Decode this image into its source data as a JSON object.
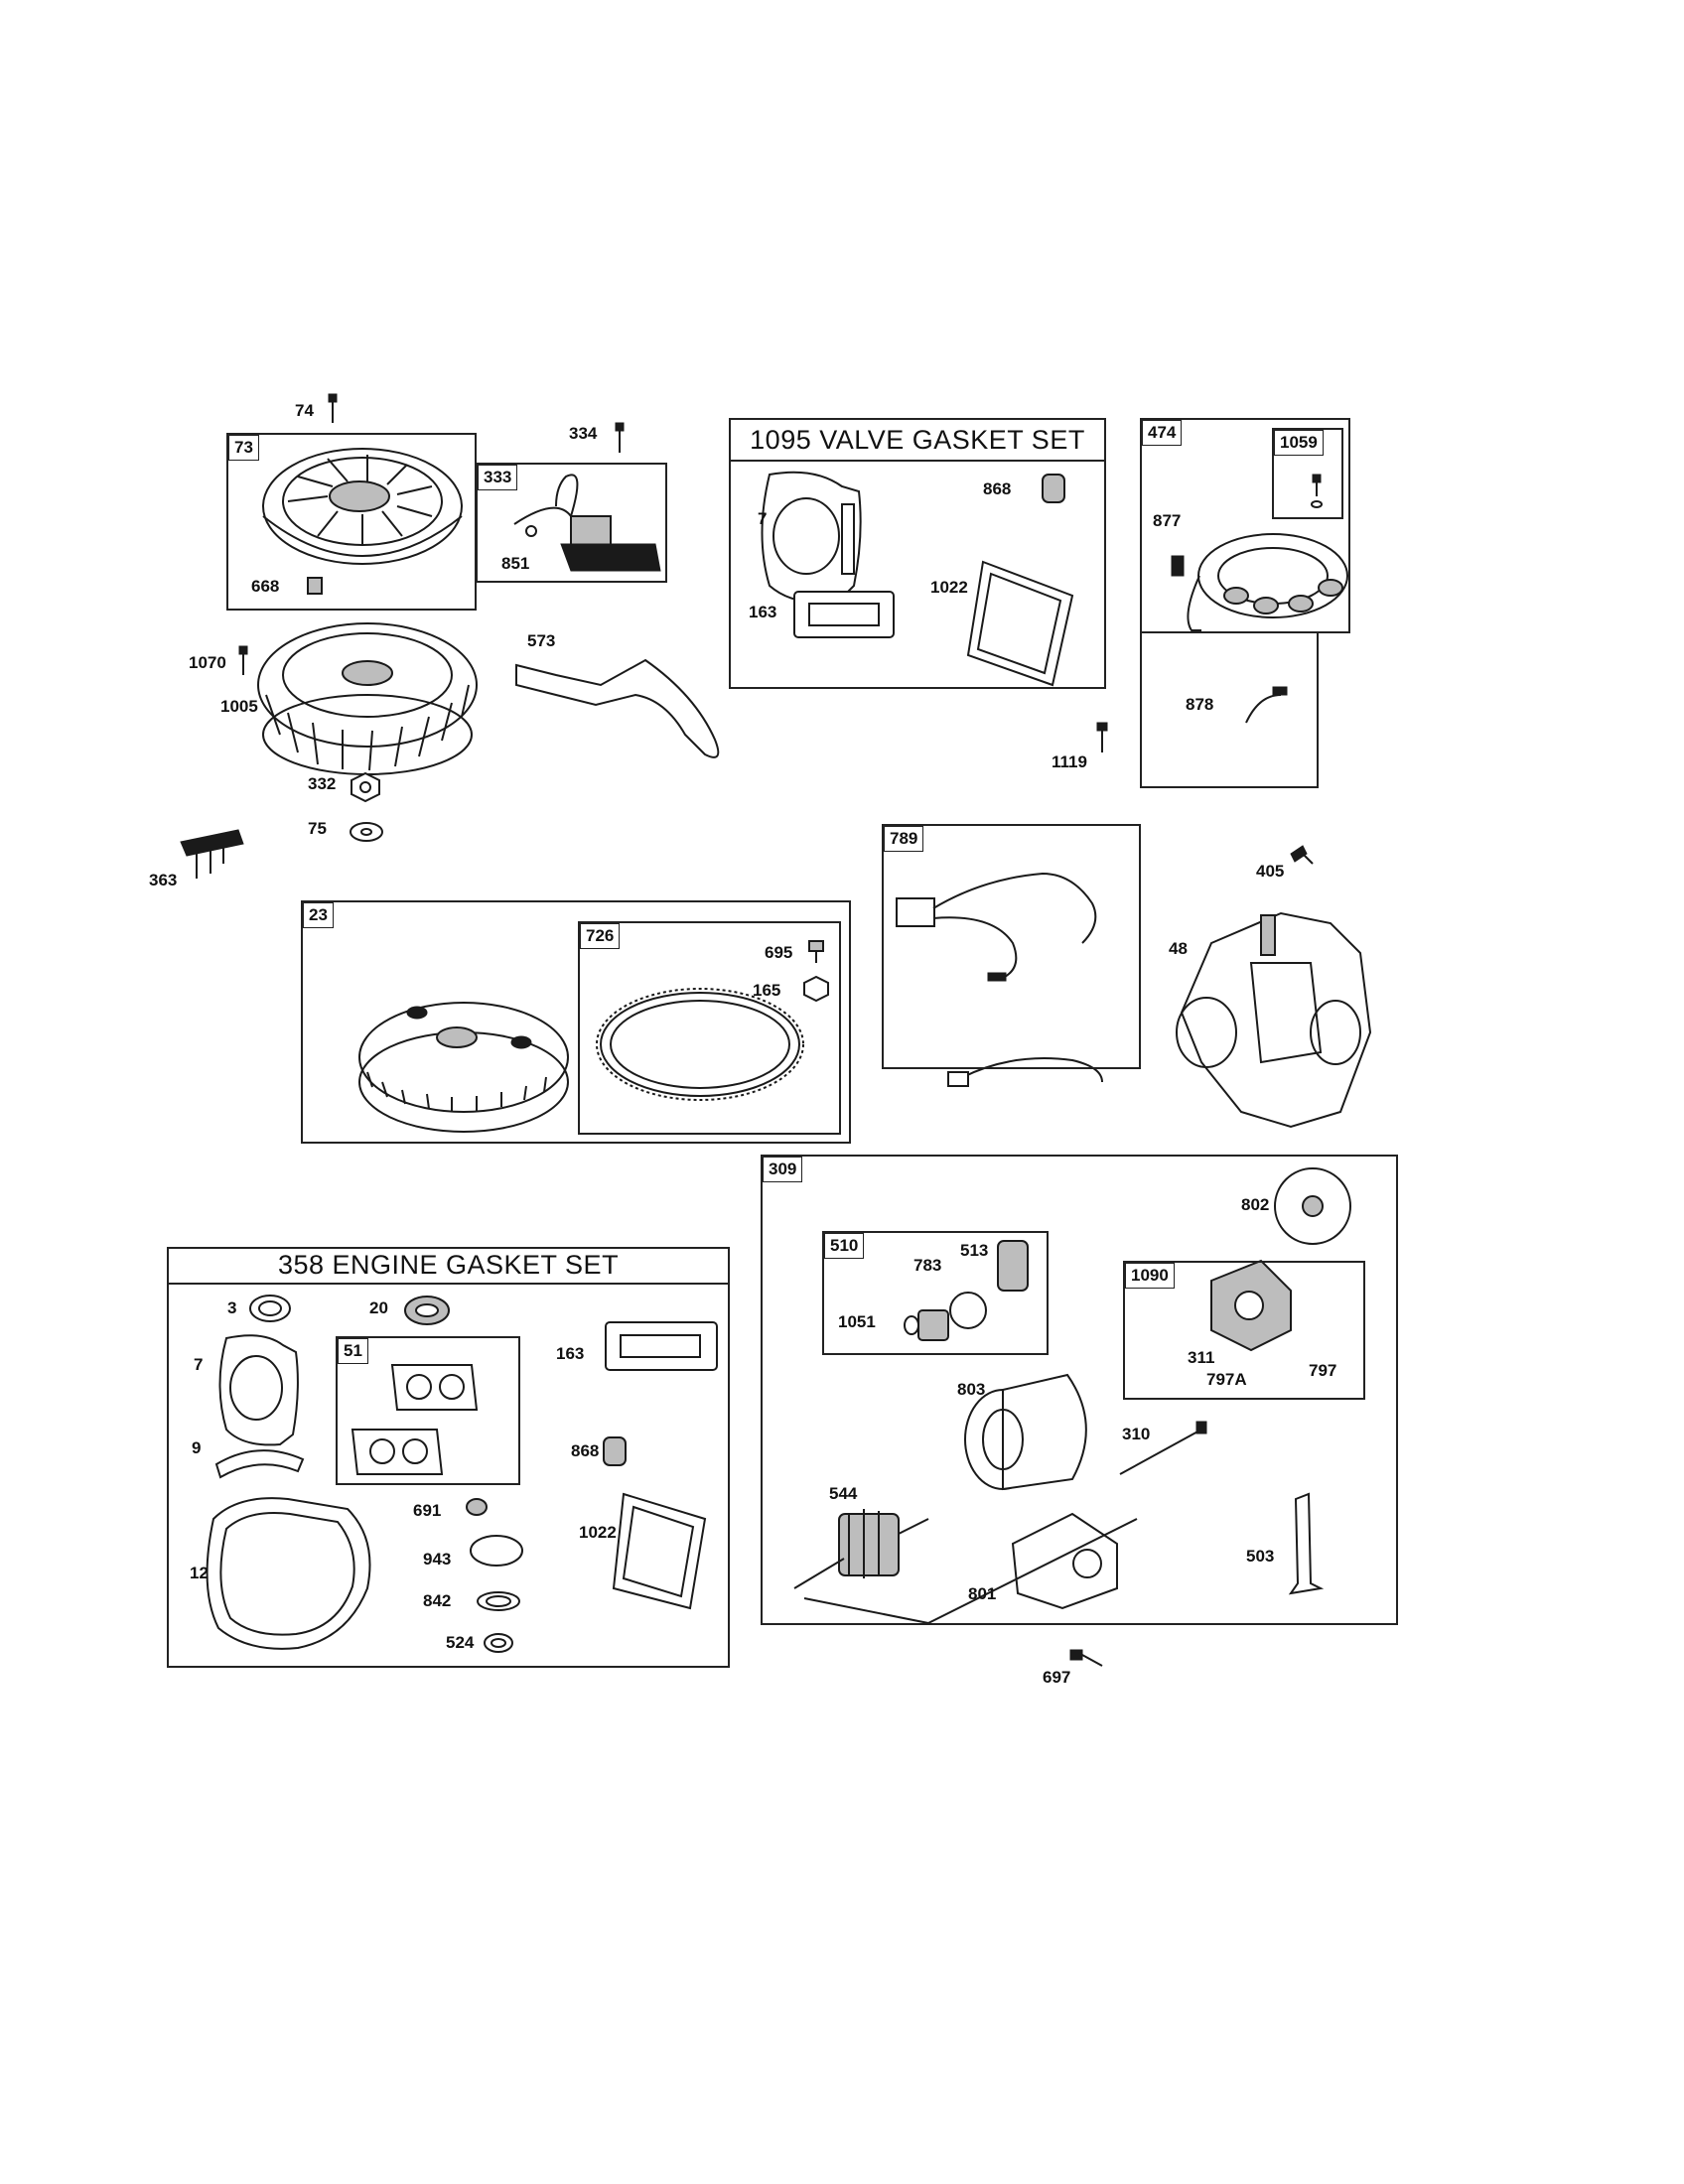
{
  "kits": {
    "valve_gasket_set": "1095 VALVE GASKET SET",
    "engine_gasket_set": "358 ENGINE GASKET SET"
  },
  "boxes": {
    "b73": "73",
    "b333": "333",
    "b474": "474",
    "b1059": "1059",
    "b789": "789",
    "b23": "23",
    "b726": "726",
    "b309": "309",
    "b510": "510",
    "b1090": "1090",
    "b51": "51"
  },
  "parts": {
    "p74": "74",
    "p334": "334",
    "p668": "668",
    "p851": "851",
    "p1070": "1070",
    "p1005": "1005",
    "p573": "573",
    "p332": "332",
    "p75": "75",
    "p363": "363",
    "p7a": "7",
    "p868a": "868",
    "p163a": "163",
    "p1022a": "1022",
    "p877": "877",
    "p878": "878",
    "p1119": "1119",
    "p405": "405",
    "p48": "48",
    "p695": "695",
    "p165": "165",
    "p802": "802",
    "p783": "783",
    "p513": "513",
    "p1051": "1051",
    "p311": "311",
    "p797A": "797A",
    "p797": "797",
    "p803": "803",
    "p310": "310",
    "p544": "544",
    "p801": "801",
    "p503": "503",
    "p697": "697",
    "p3": "3",
    "p20": "20",
    "p163b": "163",
    "p7b": "7",
    "p9": "9",
    "p868b": "868",
    "p691": "691",
    "p1022b": "1022",
    "p12": "12",
    "p943": "943",
    "p842": "842",
    "p524": "524"
  }
}
